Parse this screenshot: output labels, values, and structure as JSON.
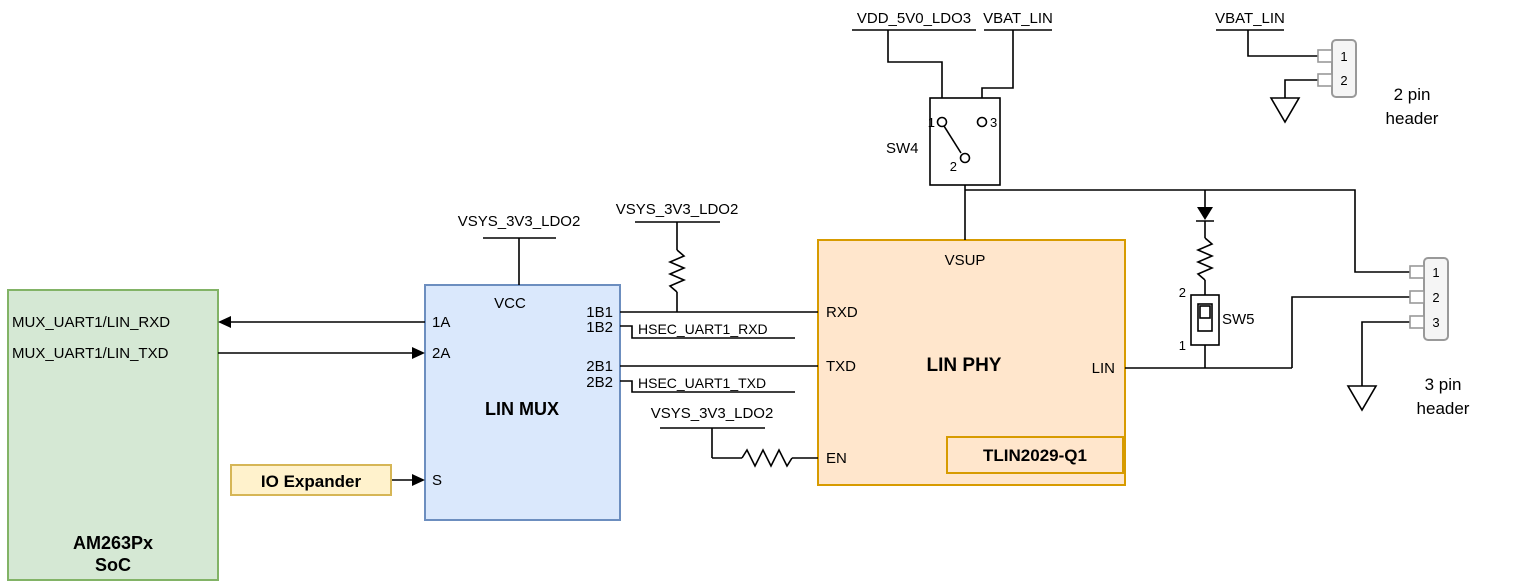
{
  "diagram": {
    "soc": {
      "pin_rxd": "MUX_UART1/LIN_RXD",
      "pin_txd": "MUX_UART1/LIN_TXD",
      "title_line1": "AM263Px",
      "title_line2": "SoC"
    },
    "lin_mux": {
      "title": "LIN MUX",
      "pin_vcc": "VCC",
      "pin_1a": "1A",
      "pin_2a": "2A",
      "pin_1b1": "1B1",
      "pin_1b2": "1B2",
      "pin_2b1": "2B1",
      "pin_2b2": "2B2",
      "pin_s": "S"
    },
    "io_expander": {
      "label": "IO Expander"
    },
    "lin_phy": {
      "title": "LIN PHY",
      "part_number": "TLIN2029-Q1",
      "pin_vsup": "VSUP",
      "pin_rxd": "RXD",
      "pin_txd": "TXD",
      "pin_en": "EN",
      "pin_lin": "LIN"
    },
    "switches": {
      "sw4": {
        "label": "SW4",
        "pin1": "1",
        "pin2": "2",
        "pin3": "3"
      },
      "sw5": {
        "label": "SW5",
        "pin1": "1",
        "pin2": "2"
      }
    },
    "headers": {
      "two_pin": {
        "pin1": "1",
        "pin2": "2",
        "caption_line1": "2 pin",
        "caption_line2": "header"
      },
      "three_pin": {
        "pin1": "1",
        "pin2": "2",
        "pin3": "3",
        "caption_line1": "3 pin",
        "caption_line2": "header"
      }
    },
    "nets": {
      "vsys_3v3_ldo2": "VSYS_3V3_LDO2",
      "vdd_5v0_ldo3": "VDD_5V0_LDO3",
      "vbat_lin": "VBAT_LIN",
      "hsec_uart1_rxd": "HSEC_UART1_RXD",
      "hsec_uart1_txd": "HSEC_UART1_TXD"
    },
    "colors": {
      "soc_fill": "#d5e8d4",
      "soc_stroke": "#82b366",
      "mux_fill": "#dae8fc",
      "mux_stroke": "#6c8ebf",
      "phy_fill": "#ffe6cc",
      "phy_stroke": "#d79b00",
      "expander_fill": "#fff2cc",
      "expander_stroke": "#d6b656",
      "connector_fill": "#f5f5f5",
      "connector_stroke": "#999999",
      "wire": "#000000"
    }
  }
}
